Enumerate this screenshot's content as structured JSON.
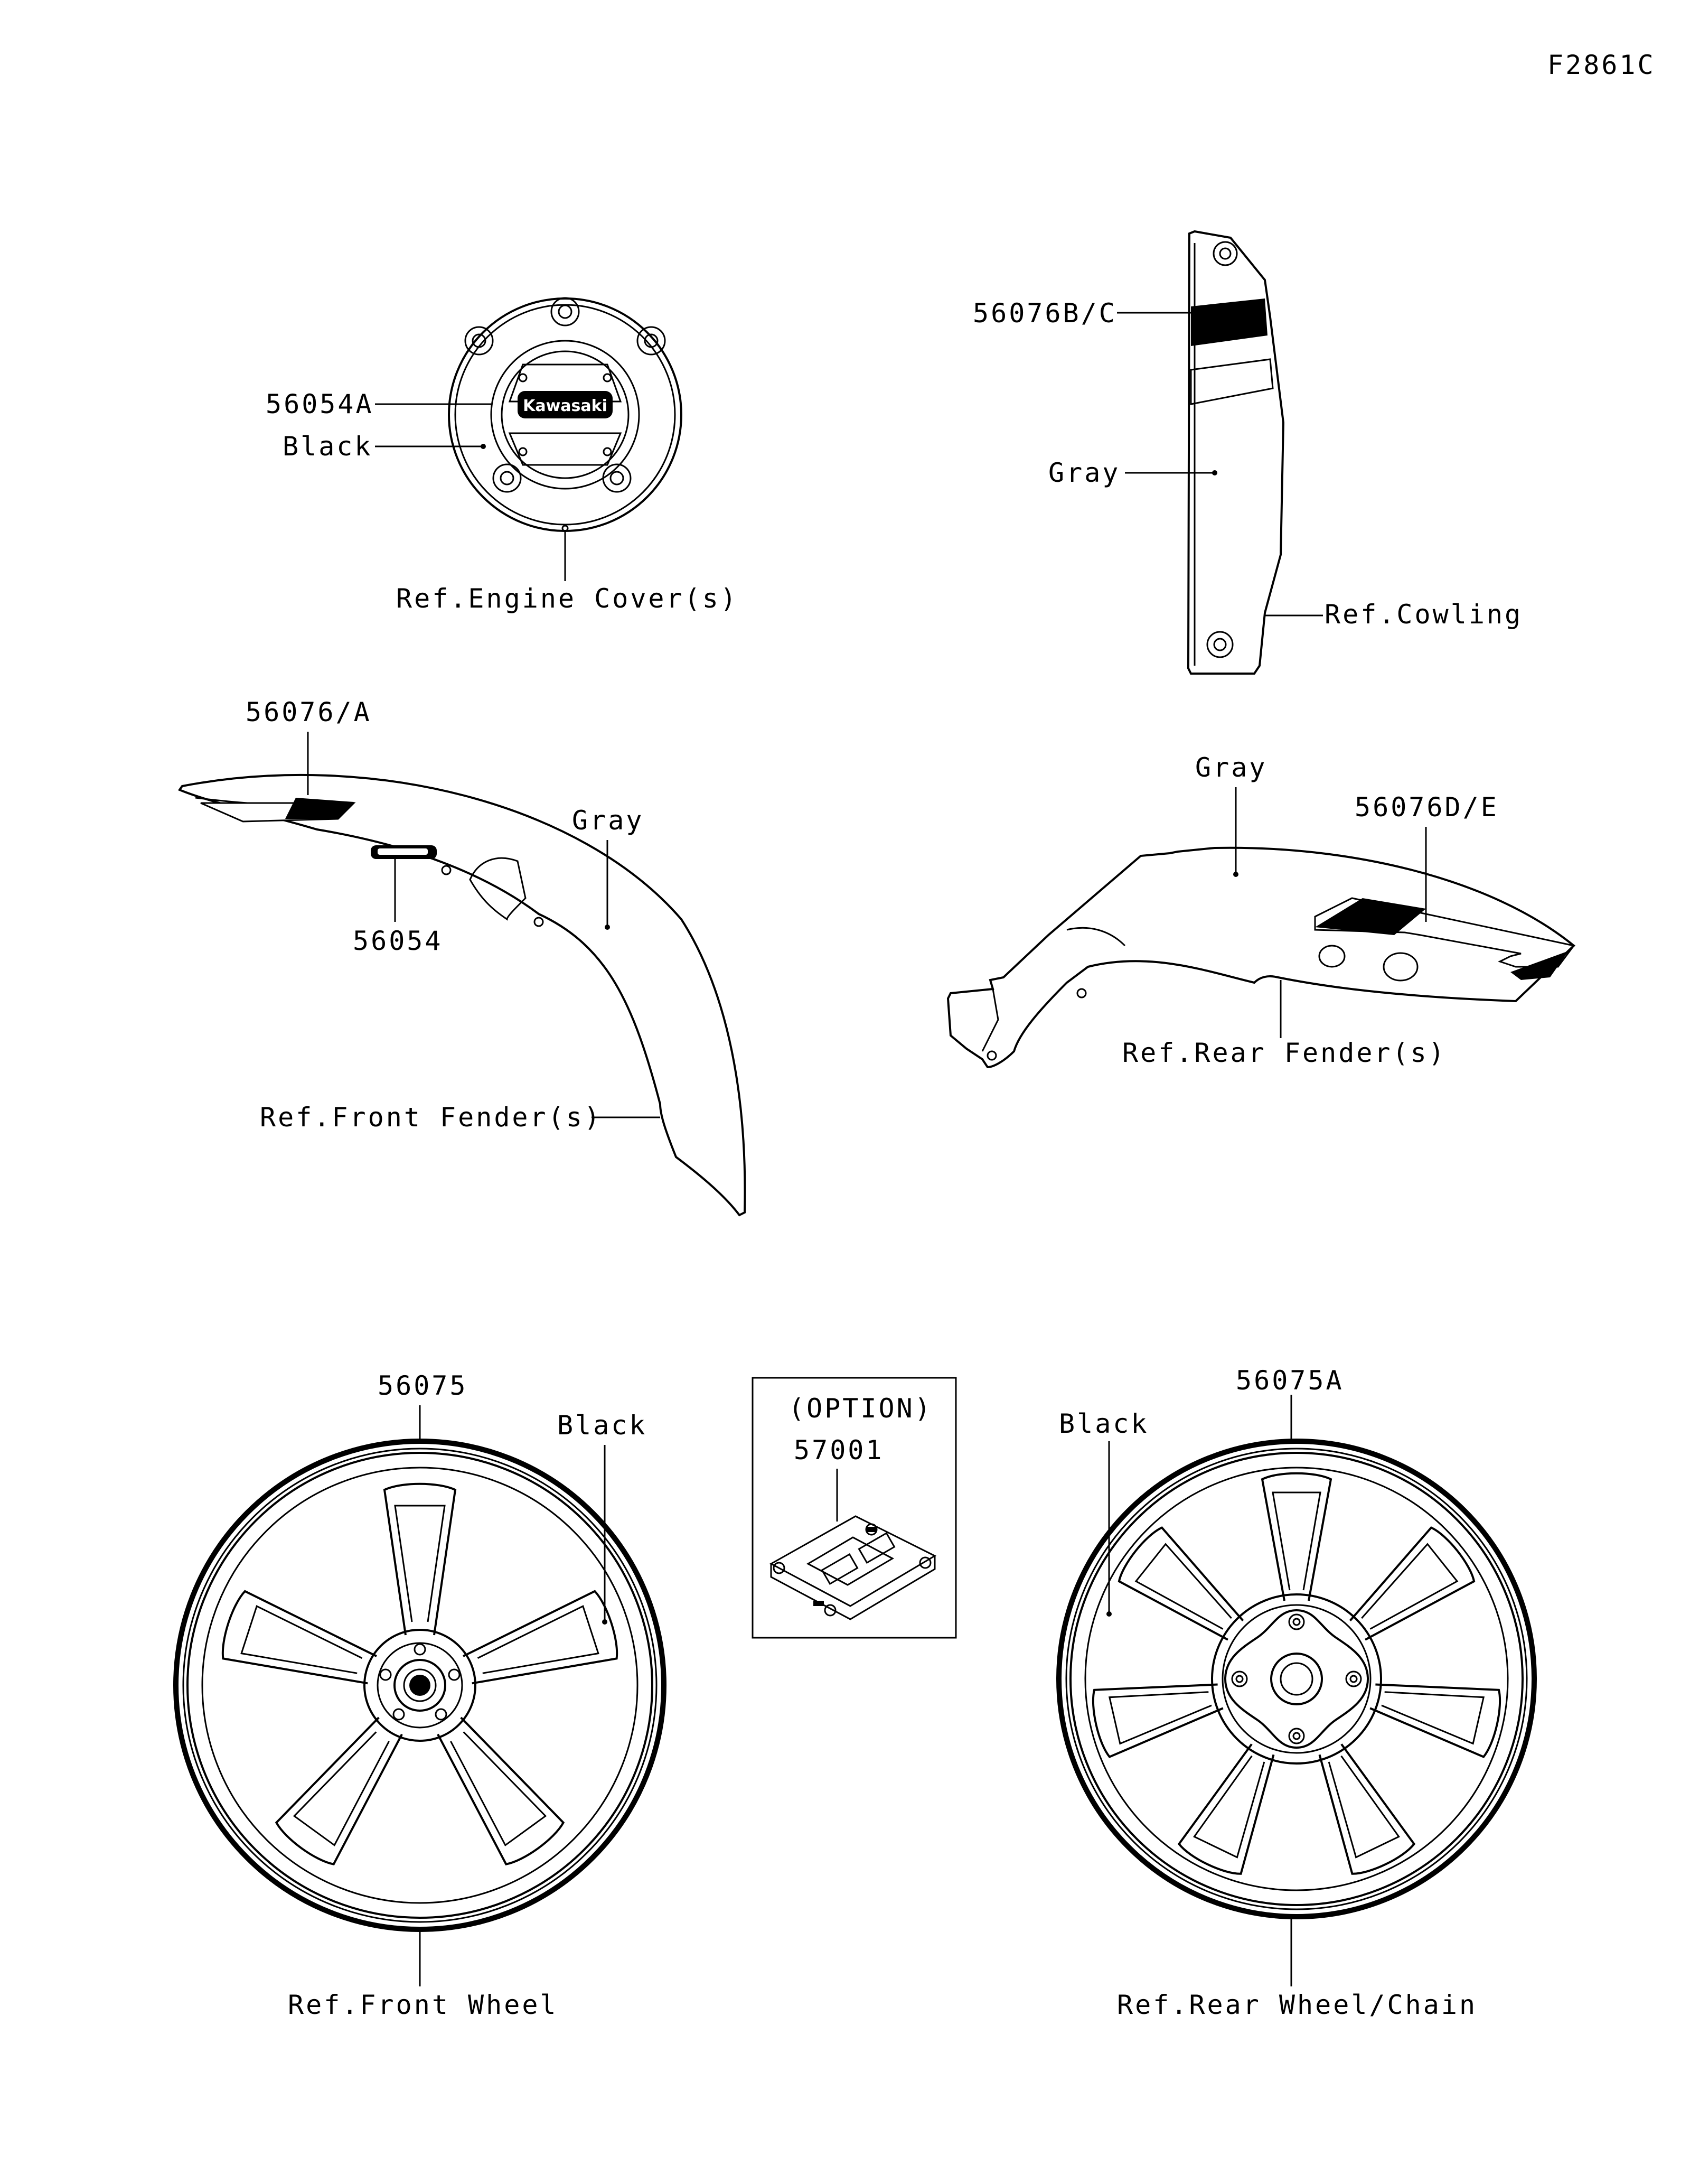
{
  "figure_id": "F2861C",
  "labels": {
    "engine_cover_part": "56054A",
    "engine_cover_color": "Black",
    "engine_cover_ref": "Ref.Engine Cover(s)",
    "emblem_text": "Kawasaki",
    "cowling_part": "56076B/C",
    "cowling_color": "Gray",
    "cowling_ref": "Ref.Cowling",
    "front_fender_part": "56076/A",
    "front_fender_emblem_part": "56054",
    "front_fender_color": "Gray",
    "front_fender_ref": "Ref.Front Fender(s)",
    "rear_fender_color": "Gray",
    "rear_fender_part": "56076D/E",
    "rear_fender_ref": "Ref.Rear Fender(s)",
    "front_wheel_part": "56075",
    "front_wheel_color": "Black",
    "front_wheel_ref": "Ref.Front Wheel",
    "option_heading": "(OPTION)",
    "option_part": "57001",
    "rear_wheel_part": "56075A",
    "rear_wheel_color": "Black",
    "rear_wheel_ref": "Ref.Rear Wheel/Chain"
  }
}
